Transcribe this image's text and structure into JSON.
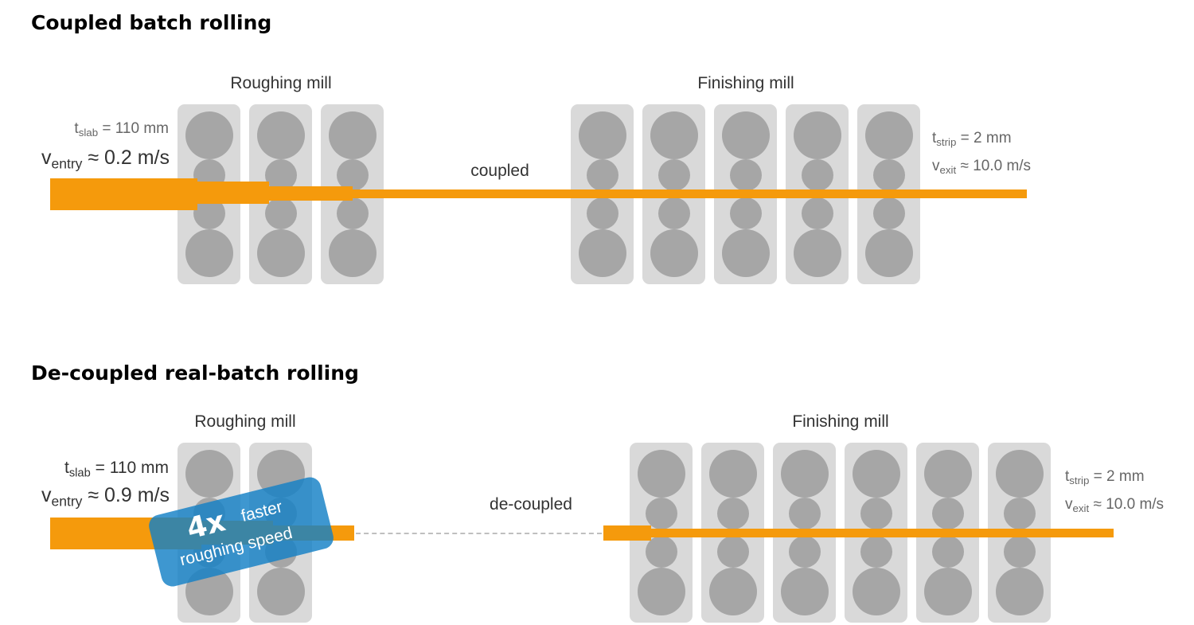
{
  "sections": [
    {
      "title": "Coupled batch rolling",
      "roughing_label": "Roughing mill",
      "finishing_label": "Finishing mill",
      "mode_label": "coupled",
      "slab_param": {
        "symbol": "t",
        "sub": "slab",
        "rest": " = 110 mm"
      },
      "entry_param": {
        "symbol": "v",
        "sub": "entry",
        "rest": " ≈ 0.2 m/s"
      },
      "strip_param": {
        "symbol": "t",
        "sub": "strip",
        "rest": " = 2 mm"
      },
      "exit_param": {
        "symbol": "v",
        "sub": "exit",
        "rest": " ≈ 10.0 m/s"
      },
      "roughing_stands": 3,
      "finishing_stands": 5
    },
    {
      "title": "De-coupled real-batch rolling",
      "roughing_label": "Roughing mill",
      "finishing_label": "Finishing mill",
      "mode_label": "de-coupled",
      "slab_param": {
        "symbol": "t",
        "sub": "slab",
        "rest": " = 110 mm"
      },
      "entry_param": {
        "symbol": "v",
        "sub": "entry",
        "rest": " ≈ 0.9 m/s"
      },
      "strip_param": {
        "symbol": "t",
        "sub": "strip",
        "rest": " = 2 mm"
      },
      "exit_param": {
        "symbol": "v",
        "sub": "exit",
        "rest": " ≈ 10.0 m/s"
      },
      "roughing_stands": 2,
      "finishing_stands": 6,
      "badge": {
        "factor": "4x",
        "line1": "faster",
        "line2": "roughing speed"
      }
    }
  ],
  "colors": {
    "strip": "#f59a0c",
    "stand": "#d9d9d9",
    "roll": "#a6a6a6",
    "badge": "#1480c6"
  }
}
